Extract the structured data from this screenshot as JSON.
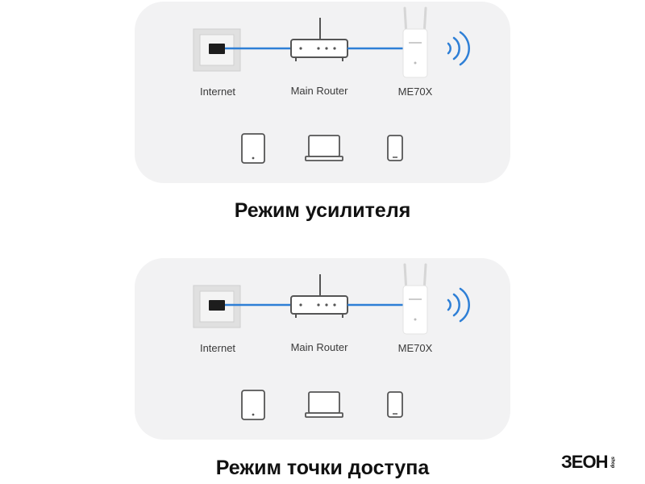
{
  "colors": {
    "panel": "#f2f2f3",
    "cable": "#2e7fd6",
    "device_stroke": "#555555",
    "text": "#3a3a3a",
    "logo_accent": "#22b14c"
  },
  "diagrams": [
    {
      "nodes": {
        "internet": "Internet",
        "router": "Main Router",
        "extender": "ME70X"
      },
      "clients": [
        "tablet-icon",
        "laptop-icon",
        "phone-icon"
      ],
      "caption": "Режим усилителя"
    },
    {
      "nodes": {
        "internet": "Internet",
        "router": "Main Router",
        "extender": "ME70X"
      },
      "clients": [
        "tablet-icon",
        "laptop-icon",
        "phone-icon"
      ],
      "caption": "Режим точки доступа"
    }
  ],
  "brand": {
    "logo_text": "ЗЕОН",
    "logo_sub": "shop"
  }
}
